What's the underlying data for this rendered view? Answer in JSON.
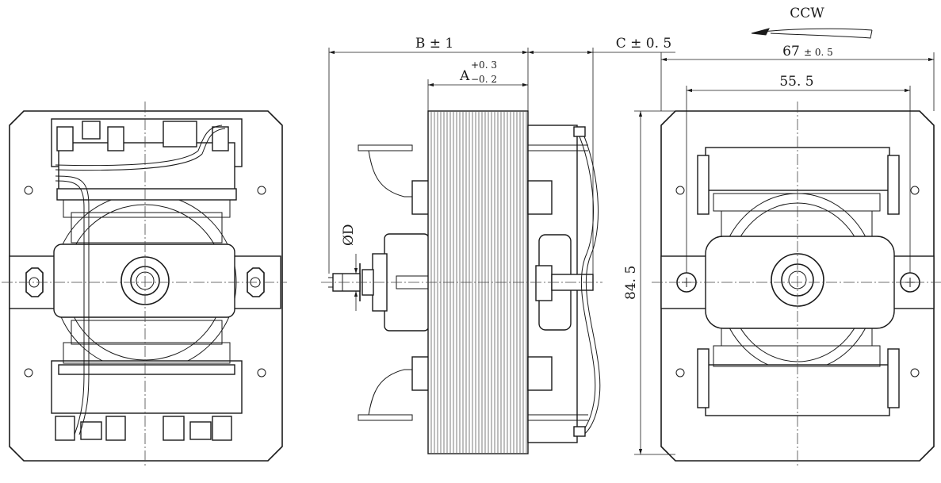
{
  "dimensions": {
    "b": "B ± 1",
    "a_main": "A",
    "a_upper_tol": "+0. 3",
    "a_lower_tol": "−0. 2",
    "c": "C ± 0. 5",
    "d": "ØD",
    "width_main": "67",
    "width_tol": "± 0. 5",
    "hole_spacing": "55. 5",
    "height": "84. 5"
  },
  "rotation": {
    "label": "CCW"
  }
}
